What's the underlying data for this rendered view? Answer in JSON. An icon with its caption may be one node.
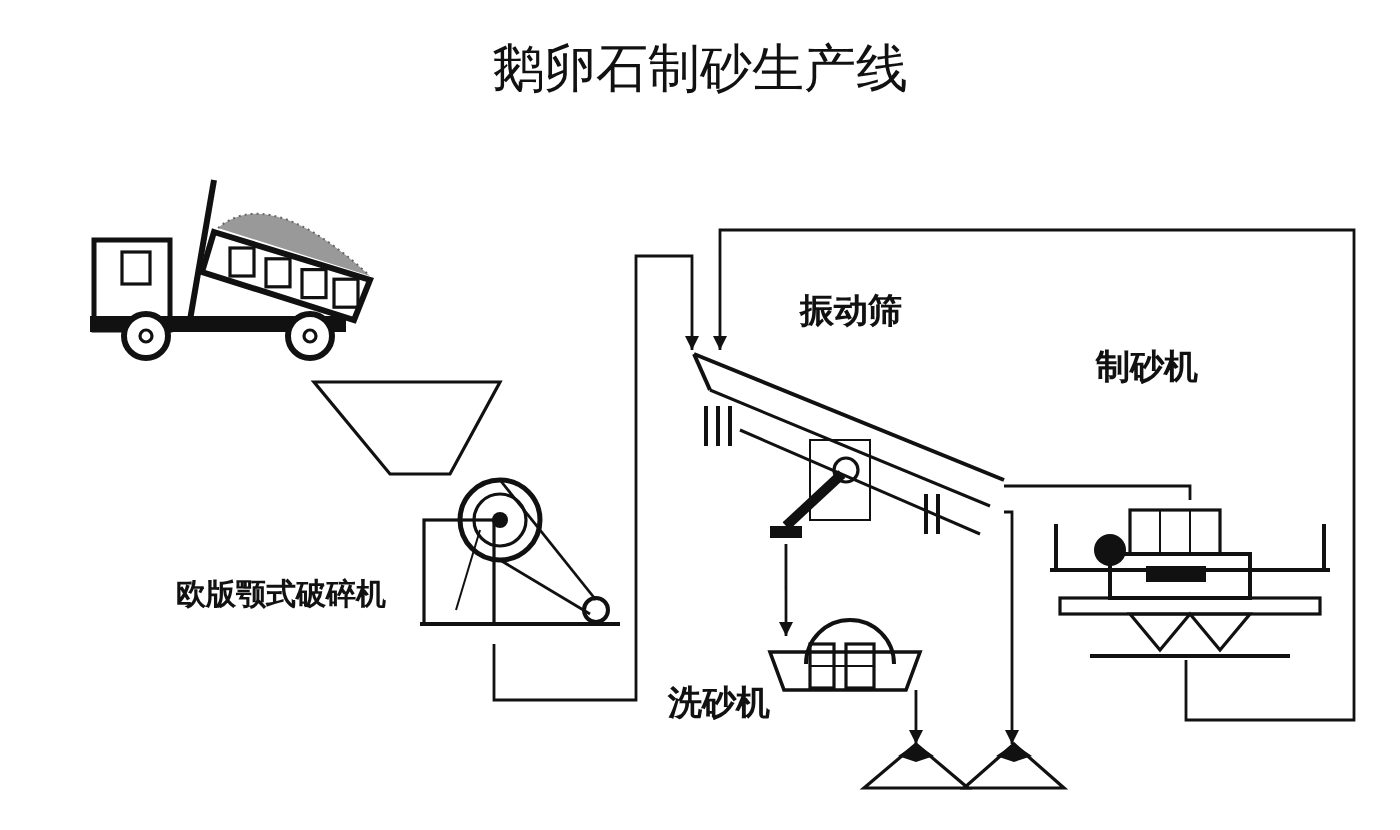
{
  "diagram": {
    "title": "鹅卵石制砂生产线",
    "nodes": [
      {
        "text": [],
        "shape": "picture"
      },
      {
        "text": [],
        "shape": "funnel"
      },
      {
        "text": [
          "欧版颚式破碎机"
        ]
      },
      {
        "text": [
          "振动筛"
        ]
      },
      {
        "text": [
          "制砂机"
        ]
      },
      {
        "text": [
          "洗砂机"
        ]
      },
      {
        "text": [],
        "shape": "pile"
      },
      {
        "text": [],
        "shape": "pile"
      }
    ],
    "edges": [
      {
        "from": 2,
        "to": 3,
        "arrow": "to"
      },
      {
        "from": 4,
        "to": 3,
        "arrow": "to"
      },
      {
        "from": 3,
        "to": 5,
        "arrow": "to"
      },
      {
        "from": 3,
        "to": 4,
        "arrow": "none"
      },
      {
        "from": 3,
        "to": 7,
        "arrow": "to"
      },
      {
        "from": 5,
        "to": 6,
        "arrow": "to"
      }
    ]
  }
}
